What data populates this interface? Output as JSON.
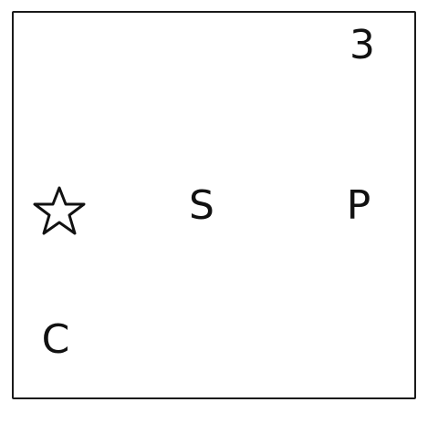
{
  "grid": {
    "cells": [
      {
        "row": 1,
        "col": 3,
        "label": "3"
      },
      {
        "row": 2,
        "col": 1,
        "label": "",
        "icon": "star-outline-icon"
      },
      {
        "row": 2,
        "col": 2,
        "label": "S"
      },
      {
        "row": 2,
        "col": 3,
        "label": "P"
      },
      {
        "row": 3,
        "col": 1,
        "label": "C"
      }
    ]
  }
}
